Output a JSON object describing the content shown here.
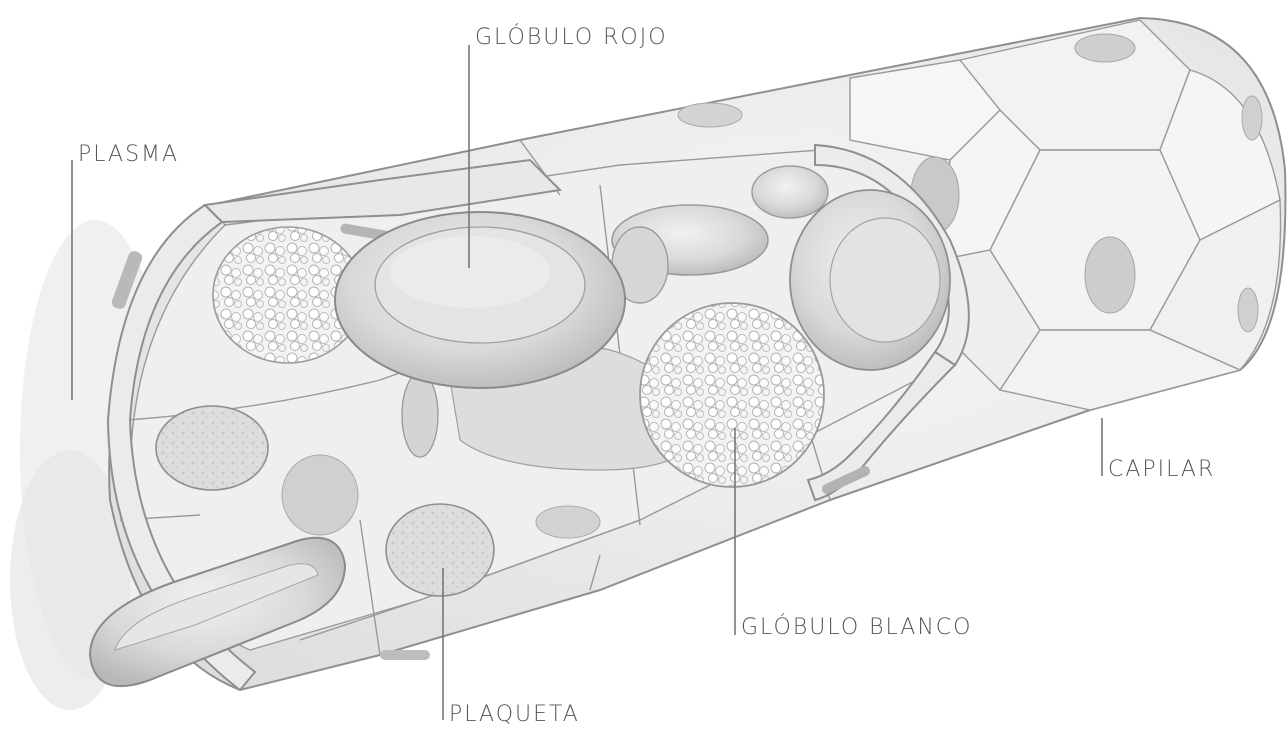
{
  "labels": {
    "red_blood_cell": "GLÓBULO ROJO",
    "plasma": "PLASMA",
    "capillary": "CAPILAR",
    "white_blood_cell": "GLÓBULO BLANCO",
    "platelet": "PLAQUETA"
  },
  "colors": {
    "background": "#ffffff",
    "tissue": "#e9e9e9",
    "tissue_light": "#f4f4f4",
    "cell": "#dcdcdc",
    "cell_dark": "#c4c4c4",
    "outline": "#8f8f8f",
    "label_text": "#555555"
  }
}
